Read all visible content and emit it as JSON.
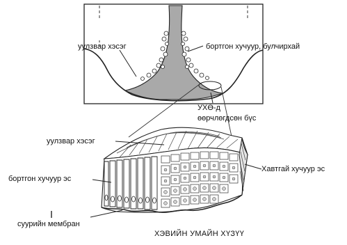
{
  "labels": {
    "junction_top": "уулзвар хэсэг",
    "columnar_gland": "бортгон хучуур, булчирхай",
    "transform_zone_1": "УХӨ-д",
    "transform_zone_2": "өөрчлөгдсөн бүс",
    "junction_bottom": "уулзвар хэсэг",
    "columnar_tissue": "бортгон хучуур эс",
    "squamous_tissue": "Хавтгай хучуур эс",
    "basement_membrane": "суурийн мембран"
  },
  "title": "ХЭВИЙН УМАЙН ХҮЗҮҮ"
}
